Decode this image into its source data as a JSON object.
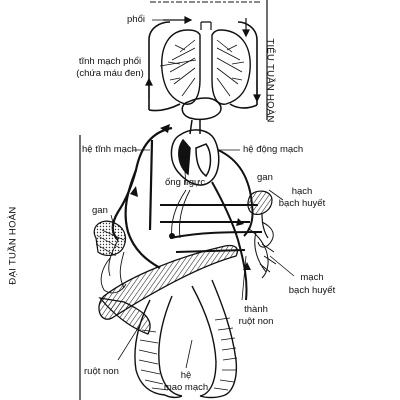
{
  "labels": {
    "lungs": "phổi",
    "pulmonary_vein": "tĩnh mạch phổi",
    "pulmonary_vein_note": "(chứa máu đen)",
    "pulmonary_circulation": "TIỂU TUẦN HOÀN",
    "venous_system": "hệ tĩnh mạch",
    "arterial_system": "hệ động mạch",
    "thoracic_duct": "ống ngực",
    "liver_right": "gan",
    "lymph_node": "hạch",
    "lymph_node_2": "bạch huyết",
    "liver_left": "gan",
    "systemic_circulation": "ĐẠI TUẦN HOÀN",
    "lymph_vessel": "mạch",
    "lymph_vessel_2": "bạch huyết",
    "intestinal_wall": "thành",
    "intestinal_wall_2": "ruột non",
    "small_intestine": "ruột non",
    "capillary_system": "hệ",
    "capillary_system_2": "mao mạch"
  }
}
